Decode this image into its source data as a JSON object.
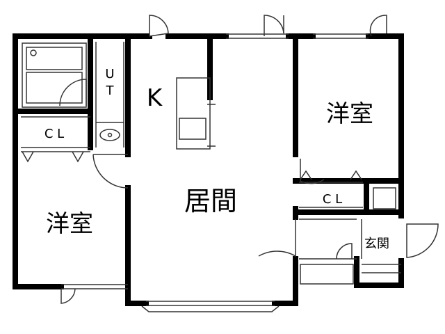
{
  "rooms": {
    "western_room_left": "洋室",
    "western_room_right": "洋室",
    "living": "居間",
    "kitchen": "K",
    "utility_u": "U",
    "utility_t": "T",
    "closet_left": "C L",
    "closet_right": "C L",
    "entrance": "玄関"
  },
  "colors": {
    "wall": "#000000",
    "line": "#333333",
    "background": "#ffffff"
  }
}
